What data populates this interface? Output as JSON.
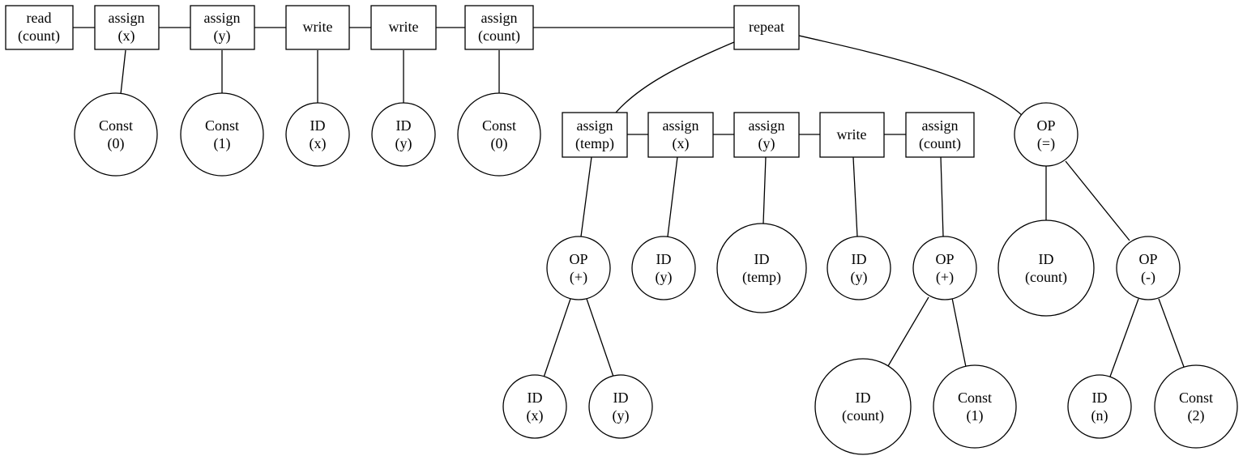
{
  "nodes": {
    "read_count": {
      "l1": "read",
      "l2": "(count)"
    },
    "assign_x": {
      "l1": "assign",
      "l2": "(x)"
    },
    "assign_y": {
      "l1": "assign",
      "l2": "(y)"
    },
    "write1": {
      "l1": "write"
    },
    "write2": {
      "l1": "write"
    },
    "assign_count": {
      "l1": "assign",
      "l2": "(count)"
    },
    "repeat": {
      "l1": "repeat"
    },
    "const0_a": {
      "l1": "Const",
      "l2": "(0)"
    },
    "const1_a": {
      "l1": "Const",
      "l2": "(1)"
    },
    "id_x_a": {
      "l1": "ID",
      "l2": "(x)"
    },
    "id_y_a": {
      "l1": "ID",
      "l2": "(y)"
    },
    "const0_b": {
      "l1": "Const",
      "l2": "(0)"
    },
    "assign_temp": {
      "l1": "assign",
      "l2": "(temp)"
    },
    "assign_x2": {
      "l1": "assign",
      "l2": "(x)"
    },
    "assign_y2": {
      "l1": "assign",
      "l2": "(y)"
    },
    "write3": {
      "l1": "write"
    },
    "assign_count2": {
      "l1": "assign",
      "l2": "(count)"
    },
    "op_eq": {
      "l1": "OP",
      "l2": "(=)"
    },
    "op_plus1": {
      "l1": "OP",
      "l2": "(+)"
    },
    "id_y_b": {
      "l1": "ID",
      "l2": "(y)"
    },
    "id_temp": {
      "l1": "ID",
      "l2": "(temp)"
    },
    "id_y_c": {
      "l1": "ID",
      "l2": "(y)"
    },
    "op_plus2": {
      "l1": "OP",
      "l2": "(+)"
    },
    "id_count_a": {
      "l1": "ID",
      "l2": "(count)"
    },
    "op_minus": {
      "l1": "OP",
      "l2": "(-)"
    },
    "id_x_b": {
      "l1": "ID",
      "l2": "(x)"
    },
    "id_y_d": {
      "l1": "ID",
      "l2": "(y)"
    },
    "id_count_b": {
      "l1": "ID",
      "l2": "(count)"
    },
    "const1_b": {
      "l1": "Const",
      "l2": "(1)"
    },
    "id_n": {
      "l1": "ID",
      "l2": "(n)"
    },
    "const2": {
      "l1": "Const",
      "l2": "(2)"
    }
  }
}
